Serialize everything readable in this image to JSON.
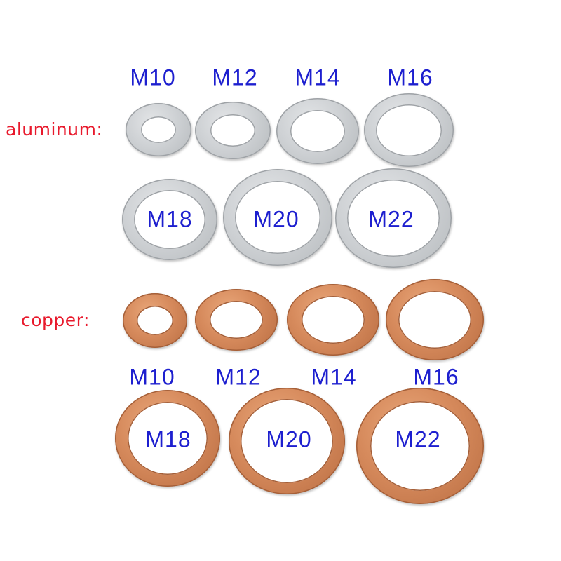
{
  "colors": {
    "material_label": "#e8192c",
    "size_label": "#1d1fcf",
    "aluminum": "#cfd2d5",
    "copper": "#d68a5c"
  },
  "aluminum": {
    "label": "aluminum:",
    "top_row_sizes": [
      "M10",
      "M12",
      "M14",
      "M16"
    ],
    "bottom_row_sizes": [
      "M18",
      "M20",
      "M22"
    ]
  },
  "copper": {
    "label": "copper:",
    "top_row_sizes": [
      "M10",
      "M12",
      "M14",
      "M16"
    ],
    "bottom_row_sizes": [
      "M18",
      "M20",
      "M22"
    ]
  }
}
